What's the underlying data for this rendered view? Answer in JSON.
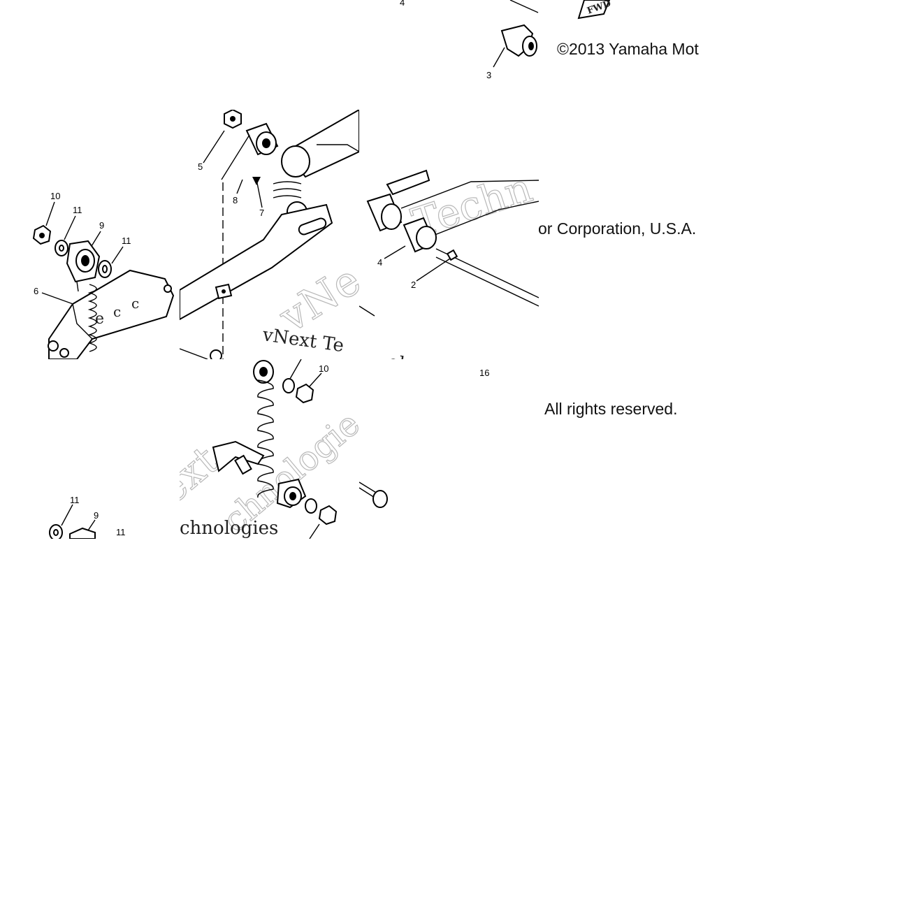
{
  "copyright": {
    "line1": "©2013 Yamaha Mot",
    "line2": "or Corporation, U.S.A.",
    "line3": "All rights reserved."
  },
  "fwd_label": "FWD",
  "watermark": {
    "text_a": "vNext Te",
    "text_b": "chnologies",
    "text_c": "Techn",
    "text_d": "ext",
    "text_e": "chnologie",
    "text_f": "vNe",
    "text_g": "ologies"
  },
  "callouts": {
    "top_4": "4",
    "top_3": "3",
    "c5": "5",
    "c8": "8",
    "c7": "7",
    "c4": "4",
    "c2": "2",
    "left_10": "10",
    "left_11a": "11",
    "left_9": "9",
    "left_11b": "11",
    "left_6": "6",
    "mid_10": "10",
    "mid_16": "16",
    "bot_11a": "11",
    "bot_9": "9",
    "bot_11b": "11"
  }
}
